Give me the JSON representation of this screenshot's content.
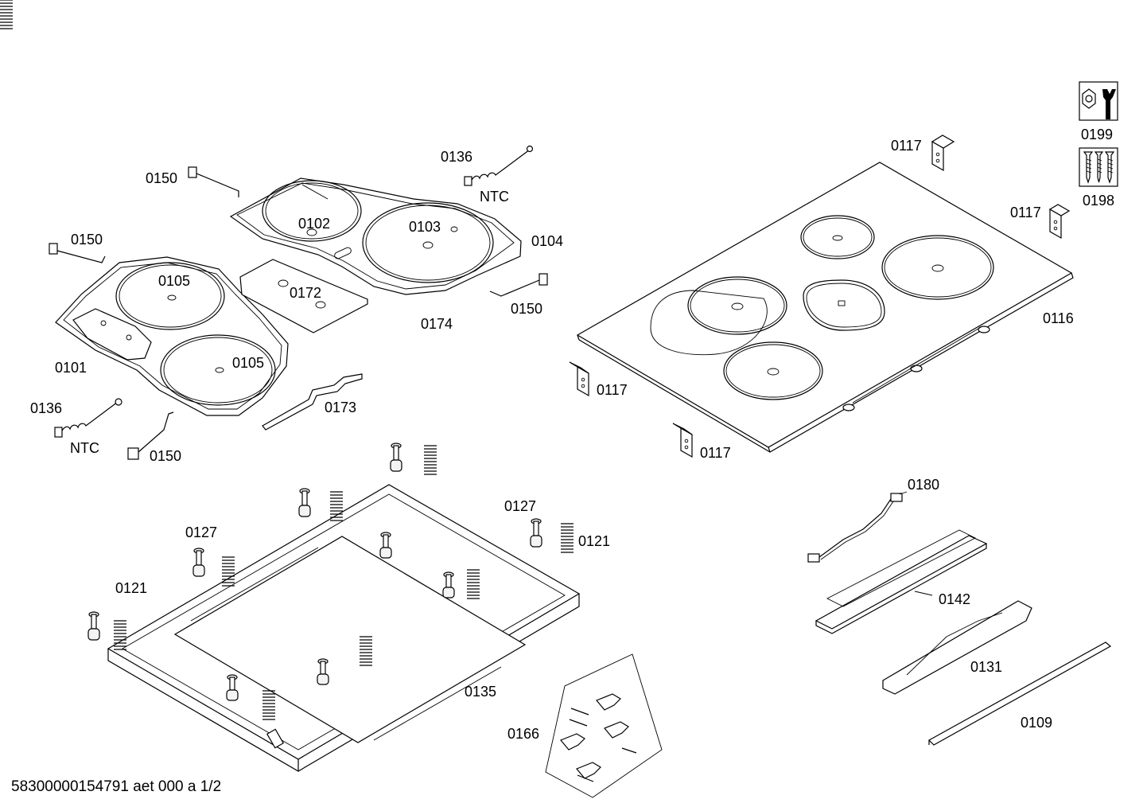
{
  "footer": "58300000154791 aet 000 a 1/2",
  "labels": {
    "l0150_a": "0150",
    "l0136_a": "0136",
    "ntc_a": "NTC",
    "l0102": "0102",
    "l0103": "0103",
    "l0104": "0104",
    "l0150_b": "0150",
    "l0105_a": "0105",
    "l0172": "0172",
    "l0150_c": "0150",
    "l0174": "0174",
    "l0101": "0101",
    "l0105_b": "0105",
    "l0173": "0173",
    "l0136_b": "0136",
    "ntc_b": "NTC",
    "l0150_d": "0150",
    "l0117_a": "0117",
    "l0117_b": "0117",
    "l0117_c": "0117",
    "l0117_d": "0117",
    "l0116": "0116",
    "l0199": "0199",
    "l0198": "0198",
    "l0180": "0180",
    "l0142": "0142",
    "l0131": "0131",
    "l0109": "0109",
    "l0127_a": "0127",
    "l0127_b": "0127",
    "l0121_a": "0121",
    "l0121_b": "0121",
    "l0135": "0135",
    "l0166": "0166"
  },
  "icons": {
    "tool": "wrench-nut-icon",
    "screws": "screws-icon"
  }
}
